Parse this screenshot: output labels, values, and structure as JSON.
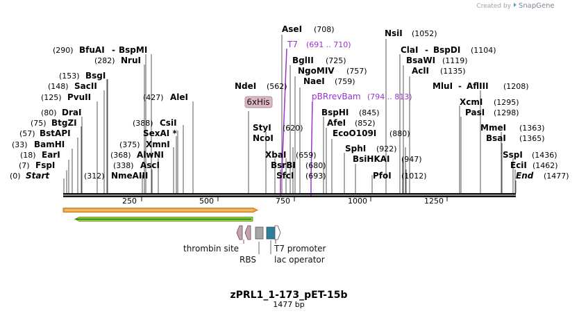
{
  "credit": {
    "created_by": "Created by",
    "brand": "SnapGene"
  },
  "sequence": {
    "name": "zPRL1_1-173_pET-15b",
    "length_label": "1477 bp",
    "length": 1477
  },
  "scale": {
    "ticks": [
      "250",
      "500",
      "750",
      "1000",
      "1250"
    ]
  },
  "left_labels": [
    {
      "name": "BfuAI",
      "pos": "(290)",
      "partner": "BspMI",
      "loc": 290
    },
    {
      "name": "NruI",
      "pos": "(282)",
      "loc": 282
    },
    {
      "name": "BsgI",
      "pos": "(153)",
      "loc": 153
    },
    {
      "name": "SacII",
      "pos": "(148)",
      "loc": 148
    },
    {
      "name": "PvuII",
      "pos": "(125)",
      "loc": 125
    },
    {
      "name": "DraI",
      "pos": "(80)",
      "loc": 80
    },
    {
      "name": "BtgZI",
      "pos": "(75)",
      "loc": 75
    },
    {
      "name": "BstAPI",
      "pos": "(57)",
      "loc": 57
    },
    {
      "name": "BamHI",
      "pos": "(33)",
      "loc": 33
    },
    {
      "name": "EarI",
      "pos": "(18)",
      "loc": 18
    },
    {
      "name": "FspI",
      "pos": "(7)",
      "loc": 7
    },
    {
      "name": "Start",
      "pos": "(0)",
      "loc": 0
    }
  ],
  "mid_labels": [
    {
      "name": "AleI",
      "pos": "(427)",
      "loc": 427
    },
    {
      "name": "CsiI",
      "pos": "(388)",
      "loc": 388
    },
    {
      "name": "SexAI *",
      "pos": "",
      "loc": 388
    },
    {
      "name": "XmnI",
      "pos": "(375)",
      "loc": 375
    },
    {
      "name": "AlwNI",
      "pos": "(368)",
      "loc": 368
    },
    {
      "name": "AscI",
      "pos": "(338)",
      "loc": 338
    },
    {
      "name": "NmeAIII",
      "pos": "(312)",
      "loc": 312
    }
  ],
  "center_labels": [
    {
      "name": "NdeI",
      "pos": "(562)",
      "loc": 562
    },
    {
      "name": "StyI",
      "pos": "(620)",
      "loc": 620
    },
    {
      "name": "NcoI",
      "pos": "",
      "loc": 620
    },
    {
      "name": "XbaI",
      "pos": "(659)",
      "loc": 659
    },
    {
      "name": "BsrBI",
      "pos": "(680)",
      "loc": 680
    },
    {
      "name": "SfcI",
      "pos": "(693)",
      "loc": 693
    }
  ],
  "upper_labels": [
    {
      "name": "AseI",
      "pos": "(708)",
      "loc": 708
    },
    {
      "name": "BglII",
      "pos": "(725)",
      "loc": 725
    },
    {
      "name": "NgoMIV",
      "pos": "(757)",
      "loc": 757
    },
    {
      "name": "NaeI",
      "pos": "(759)",
      "loc": 759
    }
  ],
  "primers": [
    {
      "name": "T7",
      "range": "(691 .. 710)",
      "loc": 700
    },
    {
      "name": "pBRrevBam",
      "range": "(794 .. 813)",
      "loc": 800
    }
  ],
  "right_labels": [
    {
      "name": "NsiI",
      "pos": "(1052)",
      "loc": 1052
    },
    {
      "name": "ClaI",
      "pos": "(1104)",
      "partner": "BspDI",
      "loc": 1104
    },
    {
      "name": "BsaWI",
      "pos": "(1119)",
      "loc": 1119
    },
    {
      "name": "AclI",
      "pos": "(1135)",
      "loc": 1135
    },
    {
      "name": "BspHI",
      "pos": "(845)",
      "loc": 845
    },
    {
      "name": "AfeI",
      "pos": "(852)",
      "loc": 852
    },
    {
      "name": "EcoO109I",
      "pos": "(880)",
      "loc": 880
    },
    {
      "name": "SphI",
      "pos": "(922)",
      "loc": 922
    },
    {
      "name": "BsiHKAI",
      "pos": "(947)",
      "loc": 947
    },
    {
      "name": "PfoI",
      "pos": "(1012)",
      "loc": 1012
    }
  ],
  "far_right_labels": [
    {
      "name": "MluI",
      "pos": "(1208)",
      "partner": "AflIII",
      "loc": 1208
    },
    {
      "name": "XcmI",
      "pos": "(1295)",
      "loc": 1295
    },
    {
      "name": "PasI",
      "pos": "(1298)",
      "loc": 1298
    },
    {
      "name": "MmeI",
      "pos": "(1363)",
      "loc": 1363
    },
    {
      "name": "BsaI",
      "pos": "(1365)",
      "loc": 1365
    },
    {
      "name": "SspI",
      "pos": "(1436)",
      "loc": 1436
    },
    {
      "name": "EciI",
      "pos": "(1462)",
      "loc": 1462
    },
    {
      "name": "End",
      "pos": "(1477)",
      "loc": 1477
    }
  ],
  "features": {
    "tag": "6xHis",
    "thrombin": "thrombin site",
    "rbs": "RBS",
    "t7_promoter": "T7 promoter",
    "lac_operator": "lac operator"
  },
  "colors": {
    "primer": "#9b30d0",
    "orange_arrow": "#f3a33a",
    "green_arrow": "#8ed32f",
    "his_tag": "#dcb8c4",
    "thrombin": "#c9a0b3",
    "rbs": "#a6a6a6",
    "t7": "#2f7f9a"
  }
}
